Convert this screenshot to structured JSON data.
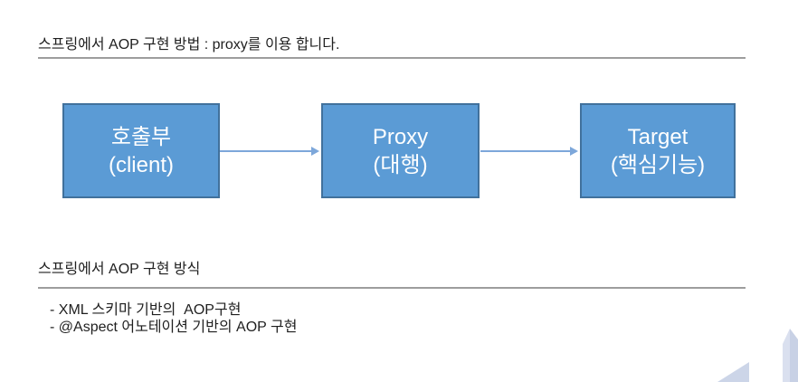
{
  "slide": {
    "title": "스프링에서 AOP 구현 방법 : proxy를 이용 합니다.",
    "section_heading": "스프링에서 AOP 구현 방식",
    "bullets": [
      "- XML 스키마 기반의  AOP구현",
      "- @Aspect 어노테이션 기반의 AOP 구현"
    ]
  },
  "diagram": {
    "nodes": [
      {
        "id": "client",
        "line1": "호출부",
        "line2": "(client)"
      },
      {
        "id": "proxy",
        "line1": "Proxy",
        "line2": "(대행)"
      },
      {
        "id": "target",
        "line1": "Target",
        "line2": "(핵심기능)"
      }
    ],
    "connections": [
      {
        "from": "client",
        "to": "proxy"
      },
      {
        "from": "proxy",
        "to": "target"
      }
    ]
  },
  "colors": {
    "node_fill": "#5b9bd5",
    "node_border": "#41719c",
    "arrow": "#7da7da",
    "underline": "#9d9d9d",
    "text": "#1f1f1f",
    "deco_triangle": "#ccd5e8",
    "deco_strip_light": "#dae0ef",
    "deco_strip_dark": "#c8d1e5"
  }
}
